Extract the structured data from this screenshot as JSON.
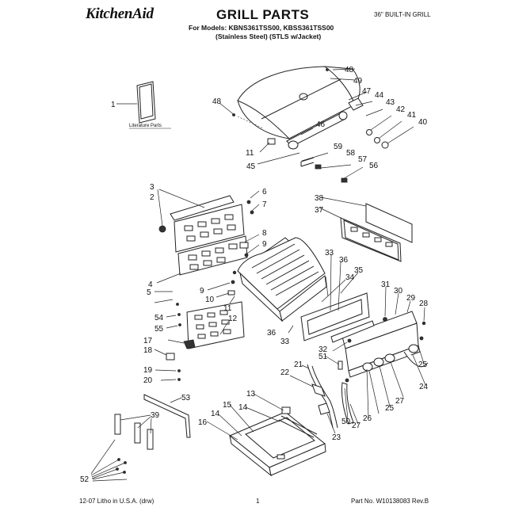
{
  "header": {
    "brand": "KitchenAid",
    "title": "GRILL PARTS",
    "subtitle": "36\" BUILT-IN GRILL",
    "models_line1": "For Models: KBNS361TSS00, KBSS361TSS00",
    "models_line2": "(Stainless Steel)   (STLS w/Jacket)"
  },
  "literature_label": "Literature Parts",
  "footer": {
    "left": "12-07 Litho in U.S.A. (drw)",
    "page": "1",
    "right": "Part No. W10138083 Rev.B"
  },
  "callouts": [
    "1",
    "2",
    "3",
    "4",
    "5",
    "6",
    "7",
    "8",
    "9",
    "9",
    "10",
    "11",
    "11",
    "12",
    "13",
    "14",
    "14",
    "15",
    "16",
    "17",
    "18",
    "19",
    "20",
    "21",
    "22",
    "23",
    "24",
    "25",
    "25",
    "26",
    "27",
    "27",
    "28",
    "29",
    "30",
    "31",
    "32",
    "33",
    "33",
    "34",
    "35",
    "36",
    "36",
    "37",
    "38",
    "39",
    "40",
    "41",
    "42",
    "43",
    "44",
    "45",
    "46",
    "47",
    "48",
    "48",
    "49",
    "50",
    "51",
    "52",
    "53",
    "54",
    "55",
    "56",
    "57",
    "58",
    "59"
  ]
}
